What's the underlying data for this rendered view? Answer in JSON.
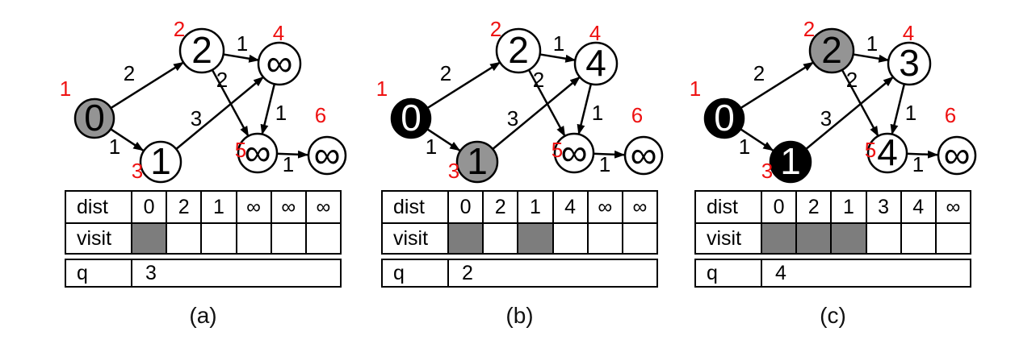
{
  "colors": {
    "node_index_red": "#ee1111",
    "visited_cell_gray": "#7d7d7d",
    "node_gray": "#949494",
    "node_black": "#000000",
    "node_white": "#ffffff"
  },
  "graph": {
    "node_indices": [
      "1",
      "2",
      "3",
      "4",
      "5",
      "6"
    ],
    "edges": [
      {
        "from": "1",
        "to": "2",
        "weight": "2"
      },
      {
        "from": "1",
        "to": "3",
        "weight": "1"
      },
      {
        "from": "2",
        "to": "4",
        "weight": "1"
      },
      {
        "from": "2",
        "to": "5",
        "weight": "2"
      },
      {
        "from": "3",
        "to": "4",
        "weight": "3"
      },
      {
        "from": "4",
        "to": "5",
        "weight": "1"
      },
      {
        "from": "5",
        "to": "6",
        "weight": "1"
      }
    ]
  },
  "table_labels": {
    "dist": "dist",
    "visit": "visit",
    "q": "q"
  },
  "panels": [
    {
      "caption": "(a)",
      "nodes": [
        {
          "value": "0",
          "fill": "#949494",
          "text_color": "#000000"
        },
        {
          "value": "2",
          "fill": "#ffffff",
          "text_color": "#000000"
        },
        {
          "value": "1",
          "fill": "#ffffff",
          "text_color": "#000000"
        },
        {
          "value": "∞",
          "fill": "#ffffff",
          "text_color": "#000000"
        },
        {
          "value": "∞",
          "fill": "#ffffff",
          "text_color": "#000000"
        },
        {
          "value": "∞",
          "fill": "#ffffff",
          "text_color": "#000000"
        }
      ],
      "dist": [
        "0",
        "2",
        "1",
        "∞",
        "∞",
        "∞"
      ],
      "visit": [
        true,
        false,
        false,
        false,
        false,
        false
      ],
      "q": "3"
    },
    {
      "caption": "(b)",
      "nodes": [
        {
          "value": "0",
          "fill": "#000000",
          "text_color": "#ffffff"
        },
        {
          "value": "2",
          "fill": "#ffffff",
          "text_color": "#000000"
        },
        {
          "value": "1",
          "fill": "#949494",
          "text_color": "#000000"
        },
        {
          "value": "4",
          "fill": "#ffffff",
          "text_color": "#000000"
        },
        {
          "value": "∞",
          "fill": "#ffffff",
          "text_color": "#000000"
        },
        {
          "value": "∞",
          "fill": "#ffffff",
          "text_color": "#000000"
        }
      ],
      "dist": [
        "0",
        "2",
        "1",
        "4",
        "∞",
        "∞"
      ],
      "visit": [
        true,
        false,
        true,
        false,
        false,
        false
      ],
      "q": "2"
    },
    {
      "caption": "(c)",
      "nodes": [
        {
          "value": "0",
          "fill": "#000000",
          "text_color": "#ffffff"
        },
        {
          "value": "2",
          "fill": "#949494",
          "text_color": "#000000"
        },
        {
          "value": "1",
          "fill": "#000000",
          "text_color": "#ffffff"
        },
        {
          "value": "3",
          "fill": "#ffffff",
          "text_color": "#000000"
        },
        {
          "value": "4",
          "fill": "#ffffff",
          "text_color": "#000000"
        },
        {
          "value": "∞",
          "fill": "#ffffff",
          "text_color": "#000000"
        }
      ],
      "dist": [
        "0",
        "2",
        "1",
        "3",
        "4",
        "∞"
      ],
      "visit": [
        true,
        true,
        true,
        false,
        false,
        false
      ],
      "q": "4"
    }
  ]
}
